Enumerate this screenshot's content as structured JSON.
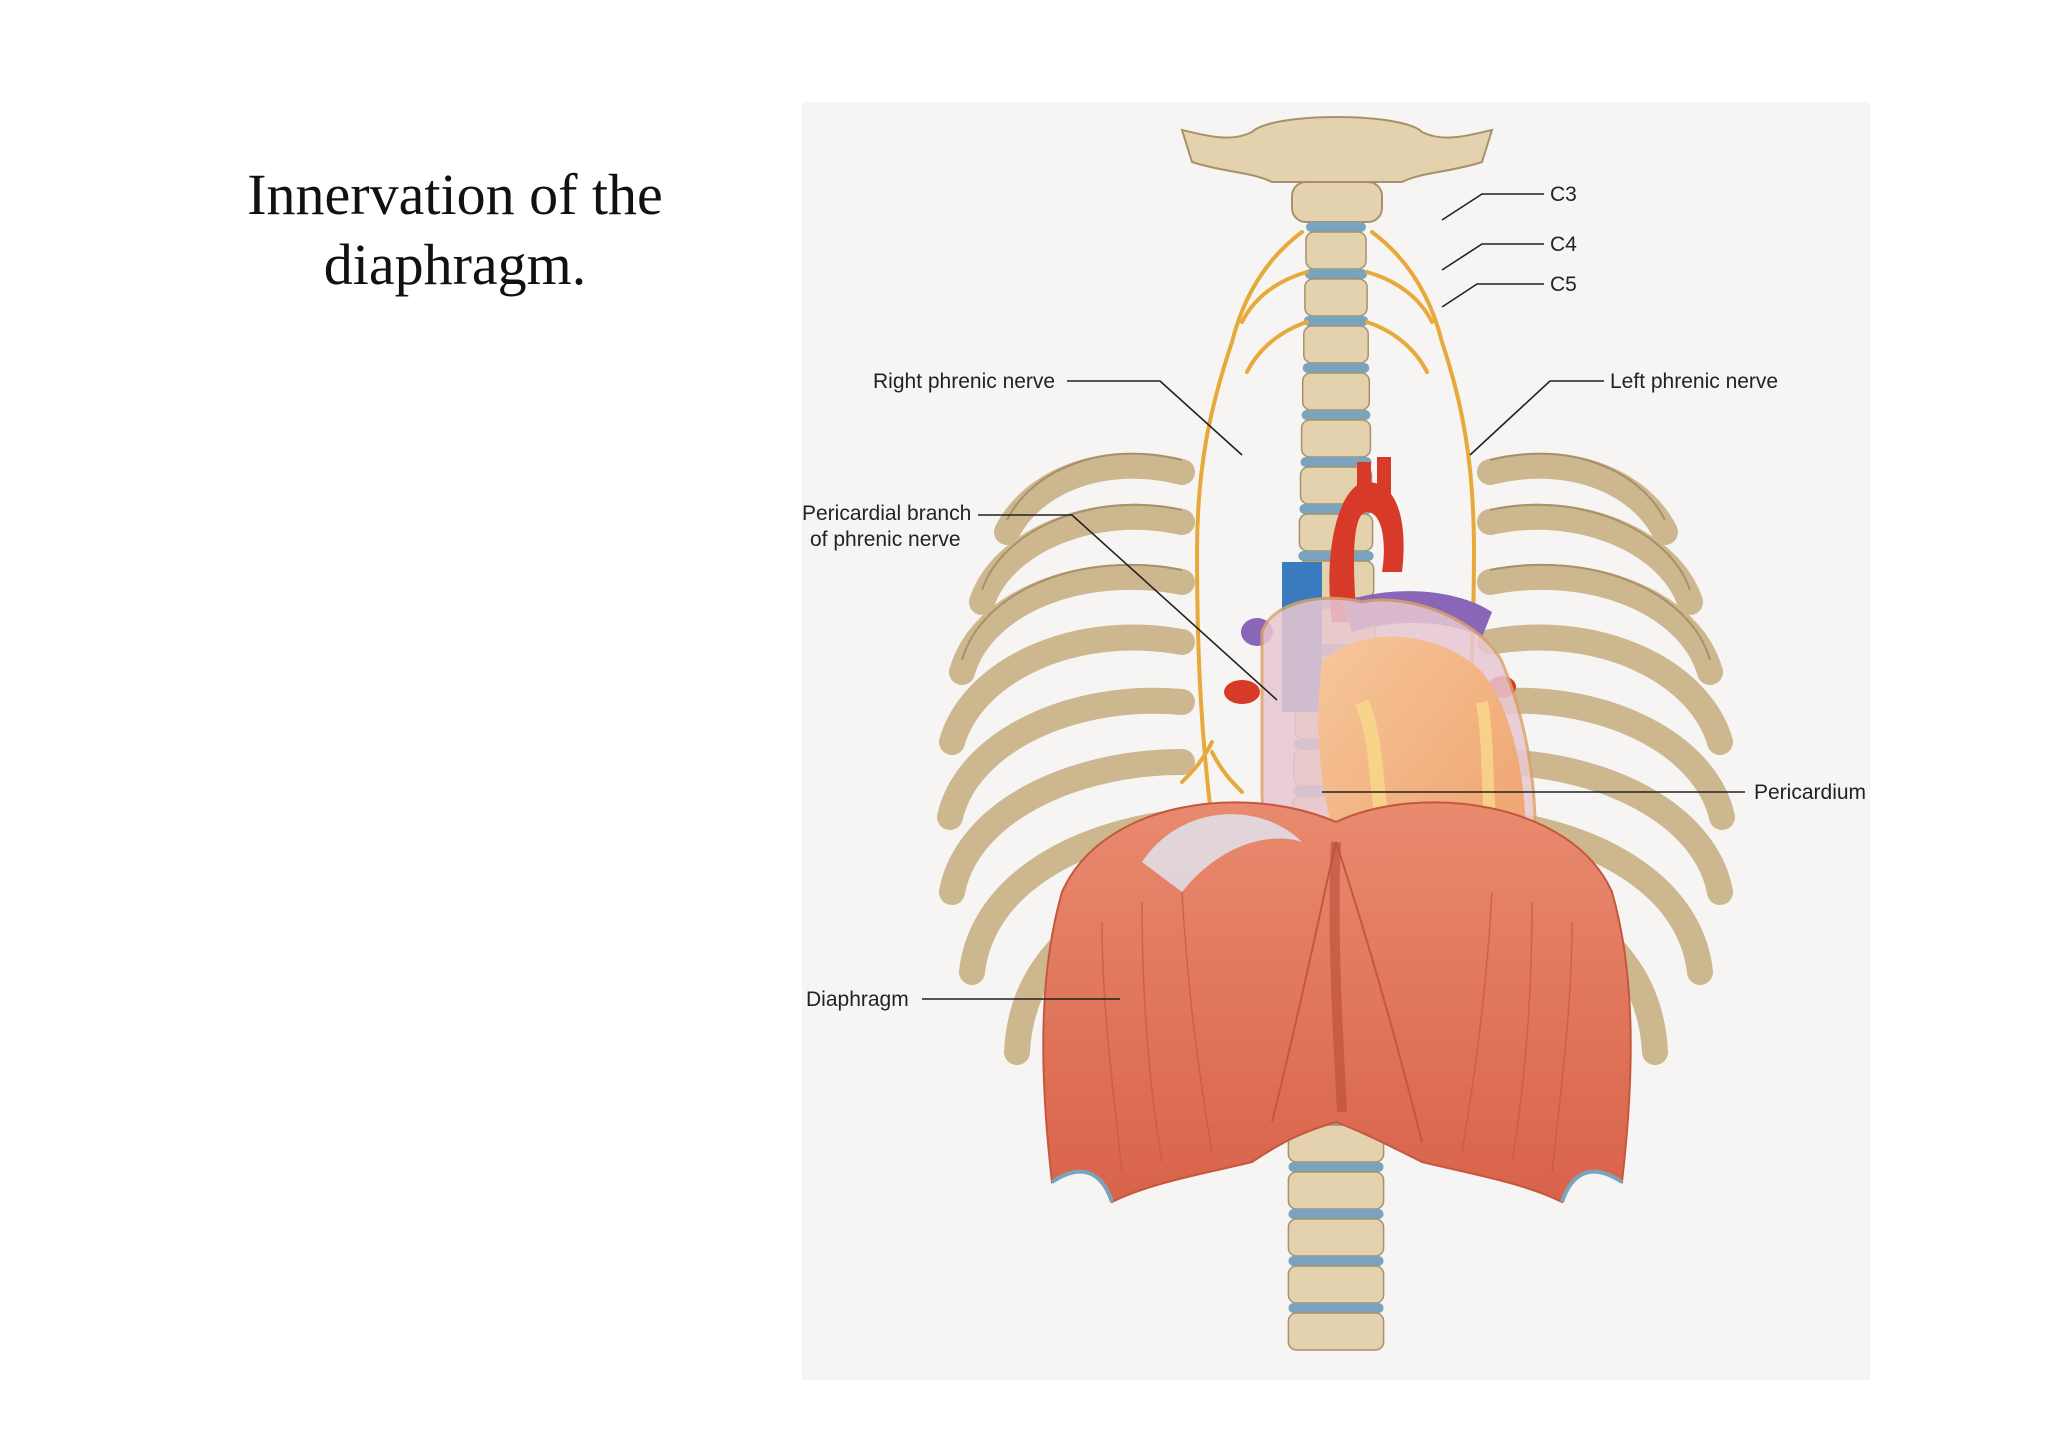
{
  "slide": {
    "title_lines": [
      "Innervation of the",
      "diaphragm."
    ]
  },
  "figure": {
    "labels": {
      "c3": "C3",
      "c4": "C4",
      "c5": "C5",
      "right_phrenic": "Right phrenic nerve",
      "left_phrenic": "Left phrenic nerve",
      "pericardial_line1": "Pericardial branch",
      "pericardial_line2": "of phrenic nerve",
      "pericardium": "Pericardium",
      "diaphragm": "Diaphragm"
    },
    "colors": {
      "background": "#f6f5f4",
      "bone": "#e3d2ad",
      "bone_edge": "#a8916a",
      "disc": "#7aa4bd",
      "nerve": "#e6a93a",
      "muscle": "#e2785e",
      "muscle_dark": "#c5573f",
      "heart": "#f1b27a",
      "aorta": "#d83a2a",
      "vena_cava": "#3a7bc0",
      "pericardium_fill": "#e9c8d2"
    }
  }
}
